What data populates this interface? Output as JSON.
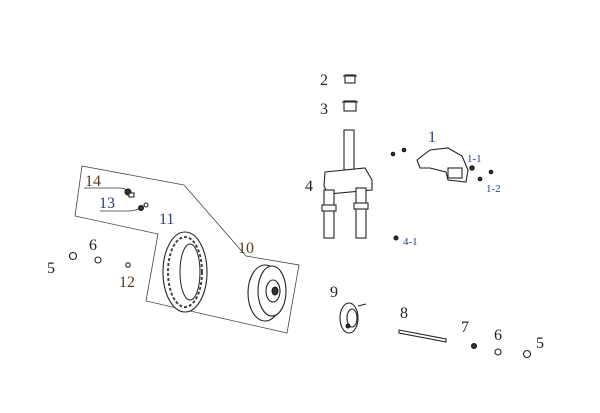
{
  "diagram": {
    "type": "exploded-parts-diagram",
    "labels": {
      "p1": "1",
      "p1_1": "1-1",
      "p1_2": "1-2",
      "p2": "2",
      "p3": "3",
      "p4": "4",
      "p4_1": "4-1",
      "p5_left": "5",
      "p6_left": "6",
      "p12": "12",
      "p11": "11",
      "p10": "10",
      "p13": "13",
      "p14": "14",
      "p9": "9",
      "p8": "8",
      "p7": "7",
      "p6_right": "6",
      "p5_right": "5"
    }
  }
}
